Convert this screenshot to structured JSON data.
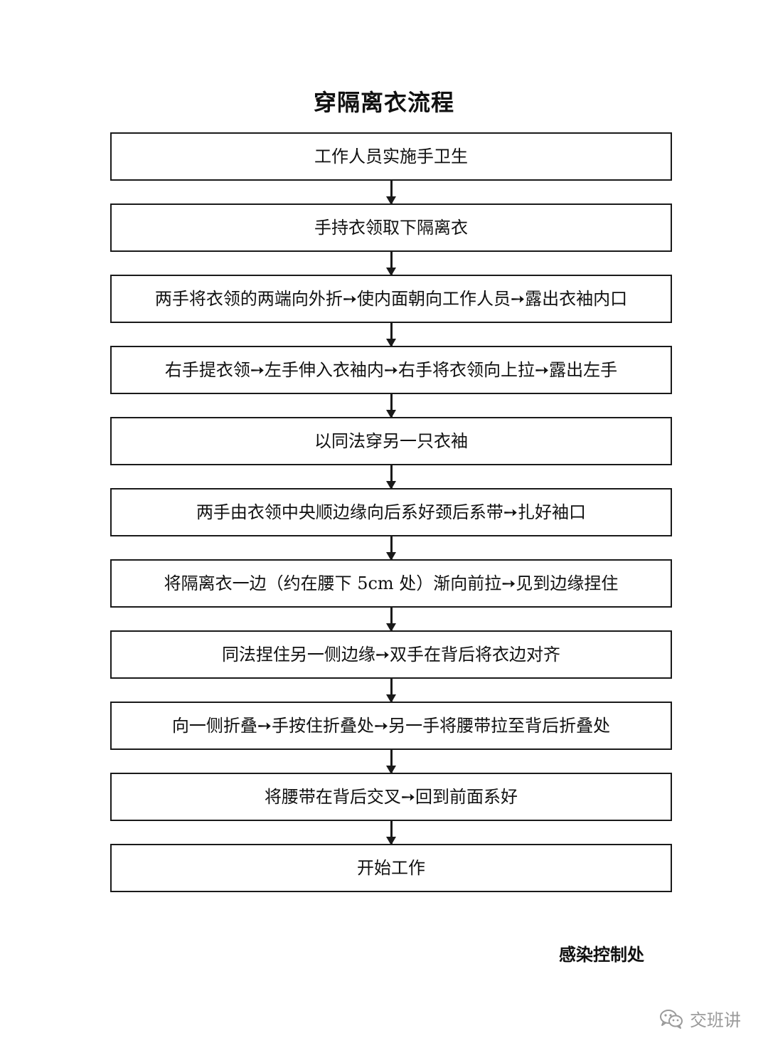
{
  "title": "穿隔离衣流程",
  "steps": [
    "工作人员实施手卫生",
    "手持衣领取下隔离衣",
    "两手将衣领的两端向外折➙使内面朝向工作人员➙露出衣袖内口",
    "右手提衣领➙左手伸入衣袖内➙右手将衣领向上拉➙露出左手",
    "以同法穿另一只衣袖",
    "两手由衣领中央顺边缘向后系好颈后系带➙扎好袖口",
    "将隔离衣一边（约在腰下 5cm 处）渐向前拉➙见到边缘捏住",
    "同法捏住另一侧边缘➙双手在背后将衣边对齐",
    "向一侧折叠➙手按住折叠处➙另一手将腰带拉至背后折叠处",
    "将腰带在背后交叉➙回到前面系好",
    "开始工作"
  ],
  "footer": {
    "org": "感染控制处"
  },
  "watermark": {
    "icon": "wechat-icon",
    "text": "交班讲"
  }
}
